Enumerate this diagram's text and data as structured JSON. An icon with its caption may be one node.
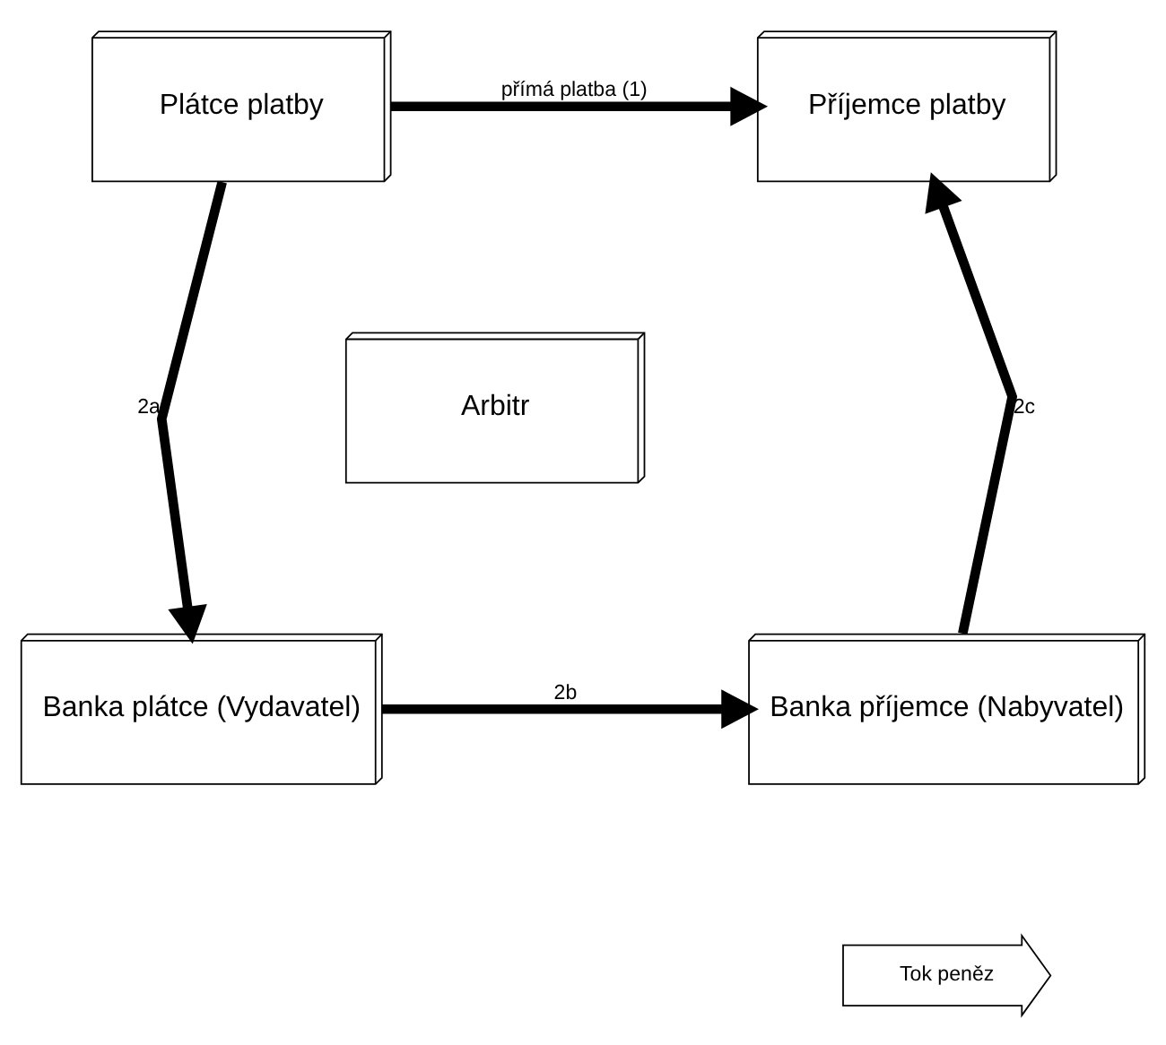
{
  "diagram": {
    "nodes": [
      {
        "text": [
          "Příjemce platby"
        ]
      },
      {
        "text": [
          "Plátce platby"
        ]
      },
      {
        "text": [
          "Arbitr"
        ]
      },
      {
        "text": [
          "Banka příjemce (Nabyvatel)"
        ]
      },
      {
        "text": [
          "Banka plátce (Vydavatel)"
        ]
      }
    ],
    "edges": [
      {
        "from": 1,
        "to": 0,
        "arrow": "to",
        "label": "přímá platba (1)"
      },
      {
        "from": 1,
        "to": 4,
        "arrow": "to",
        "label": "2a"
      },
      {
        "from": 4,
        "to": 3,
        "arrow": "to",
        "label": "2b"
      },
      {
        "from": 3,
        "to": 0,
        "arrow": "to",
        "label": "2c"
      }
    ],
    "legend": [
      {
        "text": "Tok peněz"
      }
    ]
  }
}
